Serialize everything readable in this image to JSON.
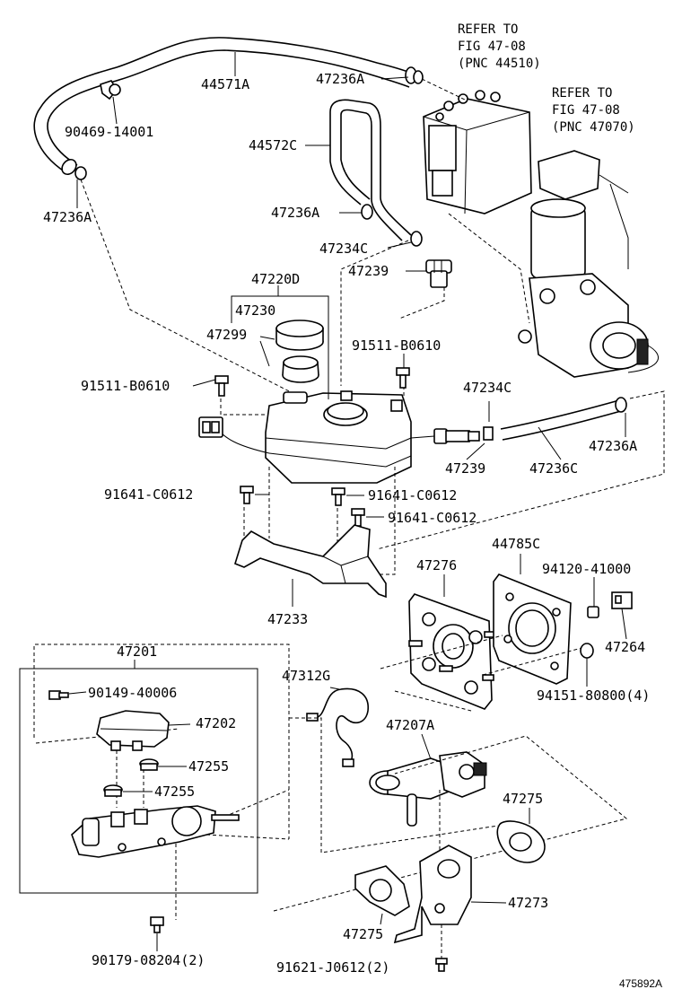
{
  "refer_1": {
    "line1": "REFER TO",
    "line2": "FIG 47-08",
    "line3": "(PNC 44510)"
  },
  "refer_2": {
    "line1": "REFER TO",
    "line2": "FIG 47-08",
    "line3": "(PNC 47070)"
  },
  "labels": {
    "p44571A": "44571A",
    "p47236A_top": "47236A",
    "p90469": "90469-14001",
    "p47236A_left": "47236A",
    "p44572C": "44572C",
    "p47236A_mid": "47236A",
    "p47234C_top": "47234C",
    "p47239_top": "47239",
    "p47220D": "47220D",
    "p47230": "47230",
    "p47299": "47299",
    "p91511_right": "91511-B0610",
    "p91511_left": "91511-B0610",
    "p47234C_right": "47234C",
    "p47236A_right": "47236A",
    "p47239_bottom": "47239",
    "p47236C": "47236C",
    "p91641_left": "91641-C0612",
    "p91641_mid": "91641-C0612",
    "p91641_low": "91641-C0612",
    "p44785C": "44785C",
    "p47276": "47276",
    "p94120": "94120-41000",
    "p47233": "47233",
    "p47264": "47264",
    "p94151": "94151-80800(4)",
    "p47201": "47201",
    "p47312G": "47312G",
    "p90149": "90149-40006",
    "p47202": "47202",
    "p47207A": "47207A",
    "p47255_a": "47255",
    "p47255_b": "47255",
    "p47275_right": "47275",
    "p47273": "47273",
    "p47275_left": "47275",
    "p90179": "90179-08204(2)",
    "p91621": "91621-J0612(2)",
    "diagram_code": "475892A"
  }
}
